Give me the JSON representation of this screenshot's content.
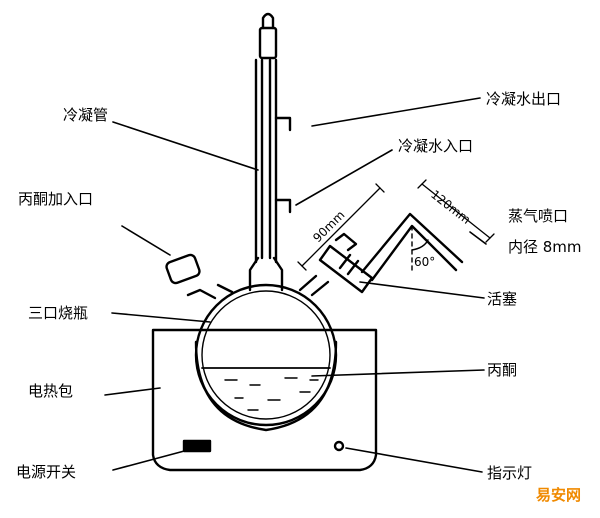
{
  "labels": {
    "condenser_tube": "冷凝管",
    "condenser_water_out": "冷凝水出口",
    "condenser_water_in": "冷凝水入口",
    "acetone_inlet": "丙酮加入口",
    "steam_nozzle": "蒸气喷口",
    "inner_diameter": "内径 8mm",
    "three_neck_flask": "三口烧瓶",
    "stopcock": "活塞",
    "acetone": "丙酮",
    "heating_mantle": "电热包",
    "power_switch": "电源开关",
    "indicator_light": "指示灯"
  },
  "dimensions": {
    "length_90": "90mm",
    "length_120": "120mm",
    "angle_60": "60°"
  },
  "watermark": "易安网"
}
